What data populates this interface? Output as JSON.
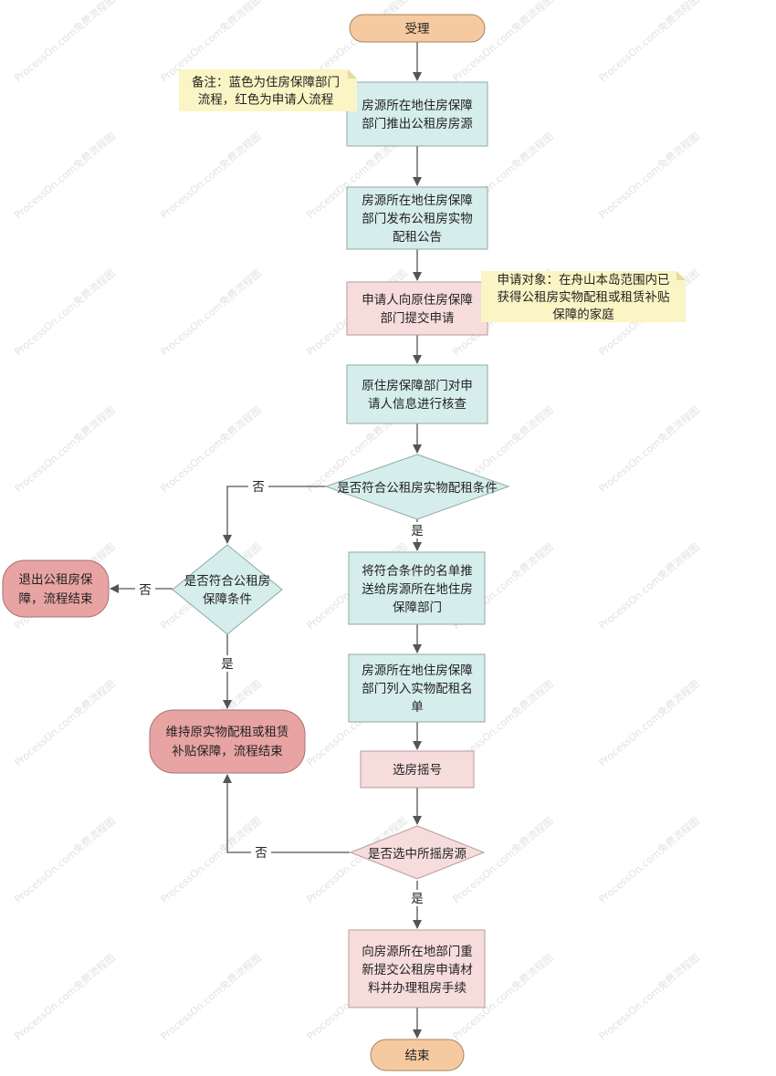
{
  "colors": {
    "terminal_fill": "#f5caa0",
    "terminal_stroke": "#a88662",
    "process_blue_fill": "#d5eeeb",
    "process_blue_stroke": "#8ea9a6",
    "process_red_fill": "#f7dcdc",
    "process_red_stroke": "#b99a9a",
    "decision_blue_fill": "#d5eeeb",
    "decision_red_fill": "#f7dcdc",
    "end_red_fill": "#e8a3a3",
    "end_red_stroke": "#a77373",
    "note_fill": "#fbf4c4",
    "arrow": "#555555",
    "watermark": "#c9c9c9"
  },
  "watermark_text": "ProcessOn.com免费流程图",
  "nodes": {
    "start": {
      "lines": [
        "受理"
      ]
    },
    "n1": {
      "lines": [
        "房源所在地住房保障",
        "部门推出公租房房源"
      ]
    },
    "n2": {
      "lines": [
        "房源所在地住房保障",
        "部门发布公租房实物",
        "配租公告"
      ]
    },
    "n3": {
      "lines": [
        "申请人向原住房保障",
        "部门提交申请"
      ]
    },
    "n4": {
      "lines": [
        "原住房保障部门对申",
        "请人信息进行核查"
      ]
    },
    "d1": {
      "lines": [
        "是否符合公租房实物配租条件"
      ]
    },
    "d2": {
      "lines": [
        "是否符合公租房",
        "保障条件"
      ]
    },
    "exit": {
      "lines": [
        "退出公租房保",
        "障，流程结束"
      ]
    },
    "keep": {
      "lines": [
        "维持原实物配租或租赁",
        "补贴保障，流程结束"
      ]
    },
    "n5": {
      "lines": [
        "将符合条件的名单推",
        "送给房源所在地住房",
        "保障部门"
      ]
    },
    "n6": {
      "lines": [
        "房源所在地住房保障",
        "部门列入实物配租名",
        "单"
      ]
    },
    "n7": {
      "lines": [
        "选房摇号"
      ]
    },
    "d3": {
      "lines": [
        "是否选中所摇房源"
      ]
    },
    "n8": {
      "lines": [
        "向房源所在地部门重",
        "新提交公租房申请材",
        "料并办理租房手续"
      ]
    },
    "end": {
      "lines": [
        "结束"
      ]
    }
  },
  "notes": {
    "note1": {
      "lines": [
        "备注：蓝色为住房保障部门",
        "流程，红色为申请人流程"
      ]
    },
    "note2": {
      "lines": [
        "申请对象：在舟山本岛范围内已",
        "获得公租房实物配租或租赁补贴",
        "保障的家庭"
      ]
    }
  },
  "edge_labels": {
    "yes": "是",
    "no": "否"
  }
}
